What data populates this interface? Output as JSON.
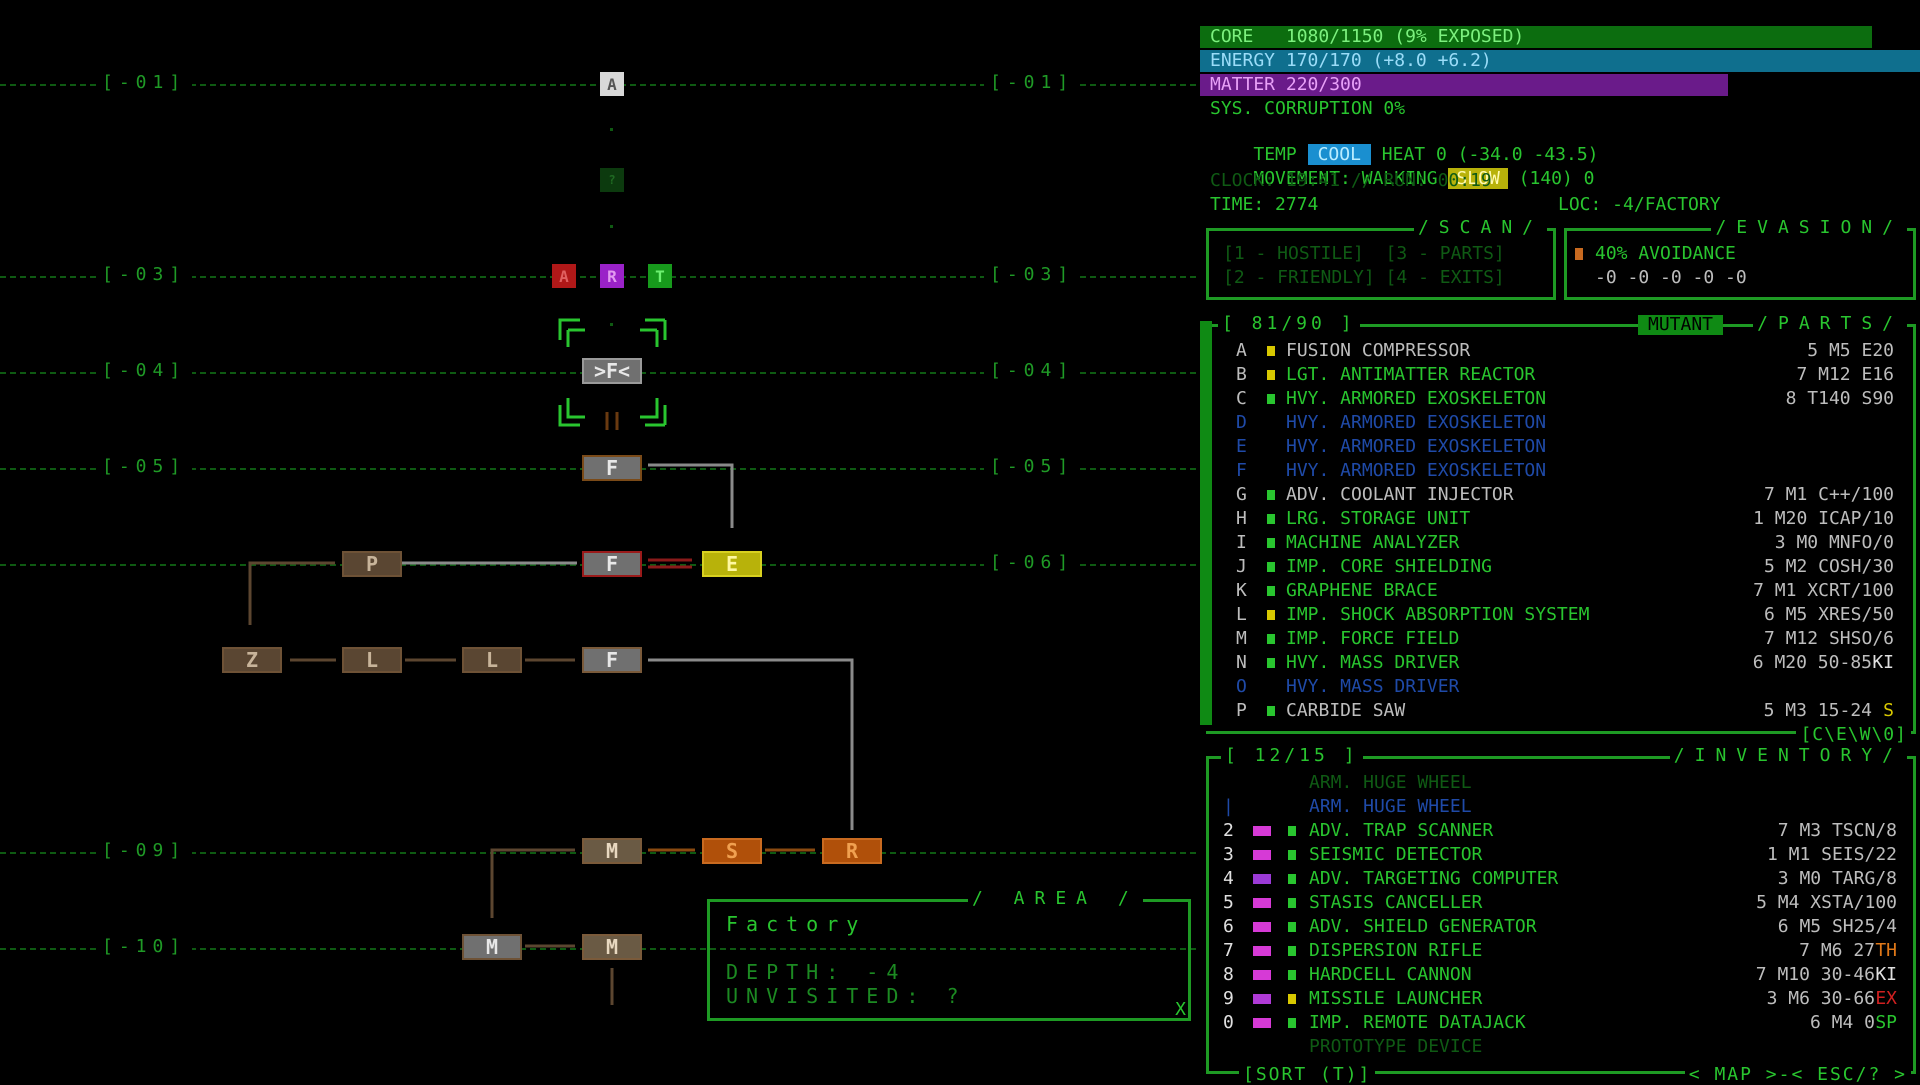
{
  "map": {
    "depth_labels_left": [
      {
        "text": "[-01]",
        "row": 1
      },
      {
        "text": "[-03]",
        "row": 3
      },
      {
        "text": "[-04]",
        "row": 4
      },
      {
        "text": "[-05]",
        "row": 5
      },
      {
        "text": "[-09]",
        "row": 9
      },
      {
        "text": "[-10]",
        "row": 10
      }
    ],
    "depth_labels_right": [
      {
        "text": "[-01]",
        "row": 1
      },
      {
        "text": "[-03]",
        "row": 3
      },
      {
        "text": "[-04]",
        "row": 4
      },
      {
        "text": "[-05]",
        "row": 5
      },
      {
        "text": "[-06]",
        "row": 6
      }
    ],
    "nodes": {
      "a_top": "A",
      "unknown": "?",
      "a_red": "A",
      "r_purple": "R",
      "t_green": "T",
      "current": ">F<",
      "f5": "F",
      "f6": "F",
      "e6": "E",
      "p6": "P",
      "z7": "Z",
      "l7a": "L",
      "l7b": "L",
      "f7": "F",
      "m9": "M",
      "s9": "S",
      "r9": "R",
      "m10a": "M",
      "m10b": "M"
    }
  },
  "area": {
    "title": "/ AREA /",
    "name": "Factory",
    "depth_line": "DEPTH: -4",
    "unvisited_line": "UNVISITED: ?",
    "close": "X"
  },
  "status": {
    "core": "CORE   1080/1150 (9% EXPOSED)",
    "energy": "ENERGY 170/170 (+8.0 +6.2)",
    "matter": "MATTER 220/300",
    "corruption": "SYS. CORRUPTION 0%",
    "temp_label": "TEMP",
    "temp_badge": "COOL",
    "heat": "HEAT 0 (-34.0 -43.5)",
    "movement_label": "MOVEMENT: WALKING",
    "movement_badge": "SLOW",
    "movement_rest": "(140) 0",
    "clock": "CLOCK: 19:41 // RUN: 00:19",
    "time": "TIME: 2774",
    "loc": "LOC: -4/FACTORY",
    "colors": {
      "core": "#0c6d0f",
      "energy": "#0f6f8e",
      "matter": "#6a1b8a",
      "cool": "#1a8fd0",
      "slow": "#b8b20a"
    }
  },
  "scan": {
    "title": "/SCAN/",
    "line1": "[1 - HOSTILE]  [3 - PARTS]",
    "line2": "[2 - FRIENDLY] [4 - EXITS]"
  },
  "evasion": {
    "title": "/EVASION/",
    "line1": "40% AVOIDANCE",
    "line2": "-0 -0 -0 -0 -0"
  },
  "parts": {
    "header_count": "[ 81/90 ]",
    "badge": "MUTANT",
    "title": "/PARTS/",
    "footer": "[C\\E\\W\\0]",
    "items": [
      {
        "slot": "A",
        "sq": "#d8c800",
        "name": "FUSION COMPRESSOR",
        "stat": "5 M5 E20",
        "tag": "",
        "dim": false,
        "ncol": "#bdbdbd"
      },
      {
        "slot": "B",
        "sq": "#d8c800",
        "name": "LGT. ANTIMATTER REACTOR",
        "stat": "7 M12 E16",
        "tag": "",
        "dim": false,
        "ncol": "#29c52f"
      },
      {
        "slot": "C",
        "sq": "#29c52f",
        "name": "HVY. ARMORED EXOSKELETON",
        "stat": "8 T140 S90",
        "tag": "",
        "dim": false,
        "ncol": "#29c52f"
      },
      {
        "slot": "D",
        "sq": "",
        "name": "HVY. ARMORED EXOSKELETON",
        "stat": "",
        "tag": "",
        "dim": true,
        "ncol": "#1f4aa8"
      },
      {
        "slot": "E",
        "sq": "",
        "name": "HVY. ARMORED EXOSKELETON",
        "stat": "",
        "tag": "",
        "dim": true,
        "ncol": "#1f4aa8"
      },
      {
        "slot": "F",
        "sq": "",
        "name": "HVY. ARMORED EXOSKELETON",
        "stat": "",
        "tag": "",
        "dim": true,
        "ncol": "#1f4aa8"
      },
      {
        "slot": "G",
        "sq": "#29c52f",
        "name": "ADV. COOLANT INJECTOR",
        "stat": "7 M1 C++/100",
        "tag": "",
        "dim": false,
        "ncol": "#bdbdbd"
      },
      {
        "slot": "H",
        "sq": "#29c52f",
        "name": "LRG. STORAGE UNIT",
        "stat": "1 M20 ICAP/10",
        "tag": "",
        "dim": false,
        "ncol": "#29c52f"
      },
      {
        "slot": "I",
        "sq": "#29c52f",
        "name": "MACHINE ANALYZER",
        "stat": "3 M0 MNFO/0",
        "tag": "",
        "dim": false,
        "ncol": "#29c52f"
      },
      {
        "slot": "J",
        "sq": "#29c52f",
        "name": "IMP. CORE SHIELDING",
        "stat": "5 M2 COSH/30",
        "tag": "",
        "dim": false,
        "ncol": "#29c52f"
      },
      {
        "slot": "K",
        "sq": "#29c52f",
        "name": "GRAPHENE BRACE",
        "stat": "7 M1 XCRT/100",
        "tag": "",
        "dim": false,
        "ncol": "#29c52f"
      },
      {
        "slot": "L",
        "sq": "#d8c800",
        "name": "IMP. SHOCK ABSORPTION SYSTEM",
        "stat": "6 M5 XRES/50",
        "tag": "",
        "dim": false,
        "ncol": "#29c52f"
      },
      {
        "slot": "M",
        "sq": "#29c52f",
        "name": "IMP. FORCE FIELD",
        "stat": "7 M12 SHSO/6",
        "tag": "",
        "dim": false,
        "ncol": "#29c52f"
      },
      {
        "slot": "N",
        "sq": "#29c52f",
        "name": "HVY. MASS DRIVER",
        "stat": "6 M20 50-85",
        "tag": "KI",
        "tagcol": "#e0e0e0",
        "dim": false,
        "ncol": "#29c52f"
      },
      {
        "slot": "O",
        "sq": "",
        "name": "HVY. MASS DRIVER",
        "stat": "",
        "tag": "",
        "dim": true,
        "ncol": "#1f4aa8"
      },
      {
        "slot": "P",
        "sq": "#29c52f",
        "name": "CARBIDE SAW",
        "stat": "5 M3 15-24",
        "tag": "S",
        "tagcol": "#d8c800",
        "dim": false,
        "ncol": "#bdbdbd"
      }
    ]
  },
  "inventory": {
    "header_count": "[ 12/15 ]",
    "title": "/INVENTORY/",
    "footer_left": "[SORT (T)]",
    "footer_right": "< MAP >-< ESC/? >",
    "items": [
      {
        "slot": "",
        "icon": "",
        "sq": "",
        "name": "ARM. HUGE WHEEL",
        "stat": "",
        "tag": "",
        "ncol": "#0f5a14"
      },
      {
        "slot": "|",
        "icon": "",
        "sq": "",
        "name": "ARM. HUGE WHEEL",
        "stat": "",
        "tag": "",
        "ncol": "#1f4aa8"
      },
      {
        "slot": "2",
        "icon": "#d63ad6",
        "sq": "#29c52f",
        "name": "ADV. TRAP SCANNER",
        "stat": "7 M3 TSCN/8",
        "tag": "",
        "ncol": "#29c52f"
      },
      {
        "slot": "3",
        "icon": "#d63ad6",
        "sq": "#29c52f",
        "name": "SEISMIC DETECTOR",
        "stat": "1 M1 SEIS/22",
        "tag": "",
        "ncol": "#29c52f"
      },
      {
        "slot": "4",
        "icon": "#9b3ad6",
        "sq": "#29c52f",
        "name": "ADV. TARGETING COMPUTER",
        "stat": "3 M0 TARG/8",
        "tag": "",
        "ncol": "#29c52f"
      },
      {
        "slot": "5",
        "icon": "#d63ad6",
        "sq": "#29c52f",
        "name": "STASIS CANCELLER",
        "stat": "5 M4 XSTA/100",
        "tag": "",
        "ncol": "#29c52f"
      },
      {
        "slot": "6",
        "icon": "#d63ad6",
        "sq": "#29c52f",
        "name": "ADV. SHIELD GENERATOR",
        "stat": "6 M5 SH25/4",
        "tag": "",
        "ncol": "#29c52f"
      },
      {
        "slot": "7",
        "icon": "#d63ad6",
        "sq": "#29c52f",
        "name": "DISPERSION RIFLE",
        "stat": "7 M6 27",
        "tag": "TH",
        "tagcol": "#e07818",
        "ncol": "#29c52f"
      },
      {
        "slot": "8",
        "icon": "#d63ad6",
        "sq": "#29c52f",
        "name": "HARDCELL CANNON",
        "stat": "7 M10 30-46",
        "tag": "KI",
        "tagcol": "#e0e0e0",
        "ncol": "#29c52f"
      },
      {
        "slot": "9",
        "icon": "#b03ad6",
        "sq": "#d8c800",
        "name": "MISSILE LAUNCHER",
        "stat": "3 M6 30-66",
        "tag": "EX",
        "tagcol": "#d02020",
        "ncol": "#29c52f"
      },
      {
        "slot": "0",
        "icon": "#d63ad6",
        "sq": "#29c52f",
        "name": "IMP. REMOTE DATAJACK",
        "stat": "6 M4 0",
        "tag": "SP",
        "tagcol": "#29c52f",
        "ncol": "#29c52f"
      },
      {
        "slot": "",
        "icon": "",
        "sq": "",
        "name": "PROTOTYPE DEVICE",
        "stat": "",
        "tag": "",
        "ncol": "#0f5a14"
      }
    ]
  }
}
